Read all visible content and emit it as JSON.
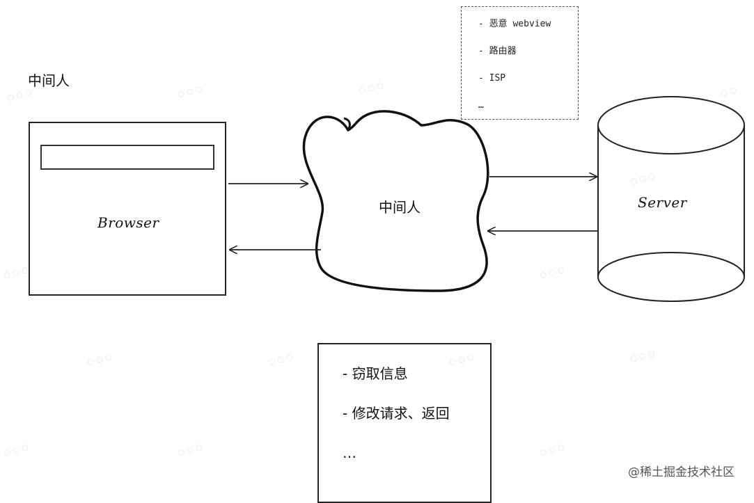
{
  "title": "中间人",
  "browser": {
    "label": "Browser"
  },
  "cloud": {
    "label": "中间人"
  },
  "server": {
    "label": "Server"
  },
  "note_top": {
    "items": [
      "- 恶意 webview",
      "- 路由器",
      "- ISP",
      "…"
    ]
  },
  "note_bottom": {
    "items": [
      "- 窃取信息",
      "- 修改请求、返回",
      "…"
    ]
  },
  "credit": "@稀土掘金技术社区",
  "colors": {
    "stroke": "#111111",
    "background": "#ffffff"
  }
}
